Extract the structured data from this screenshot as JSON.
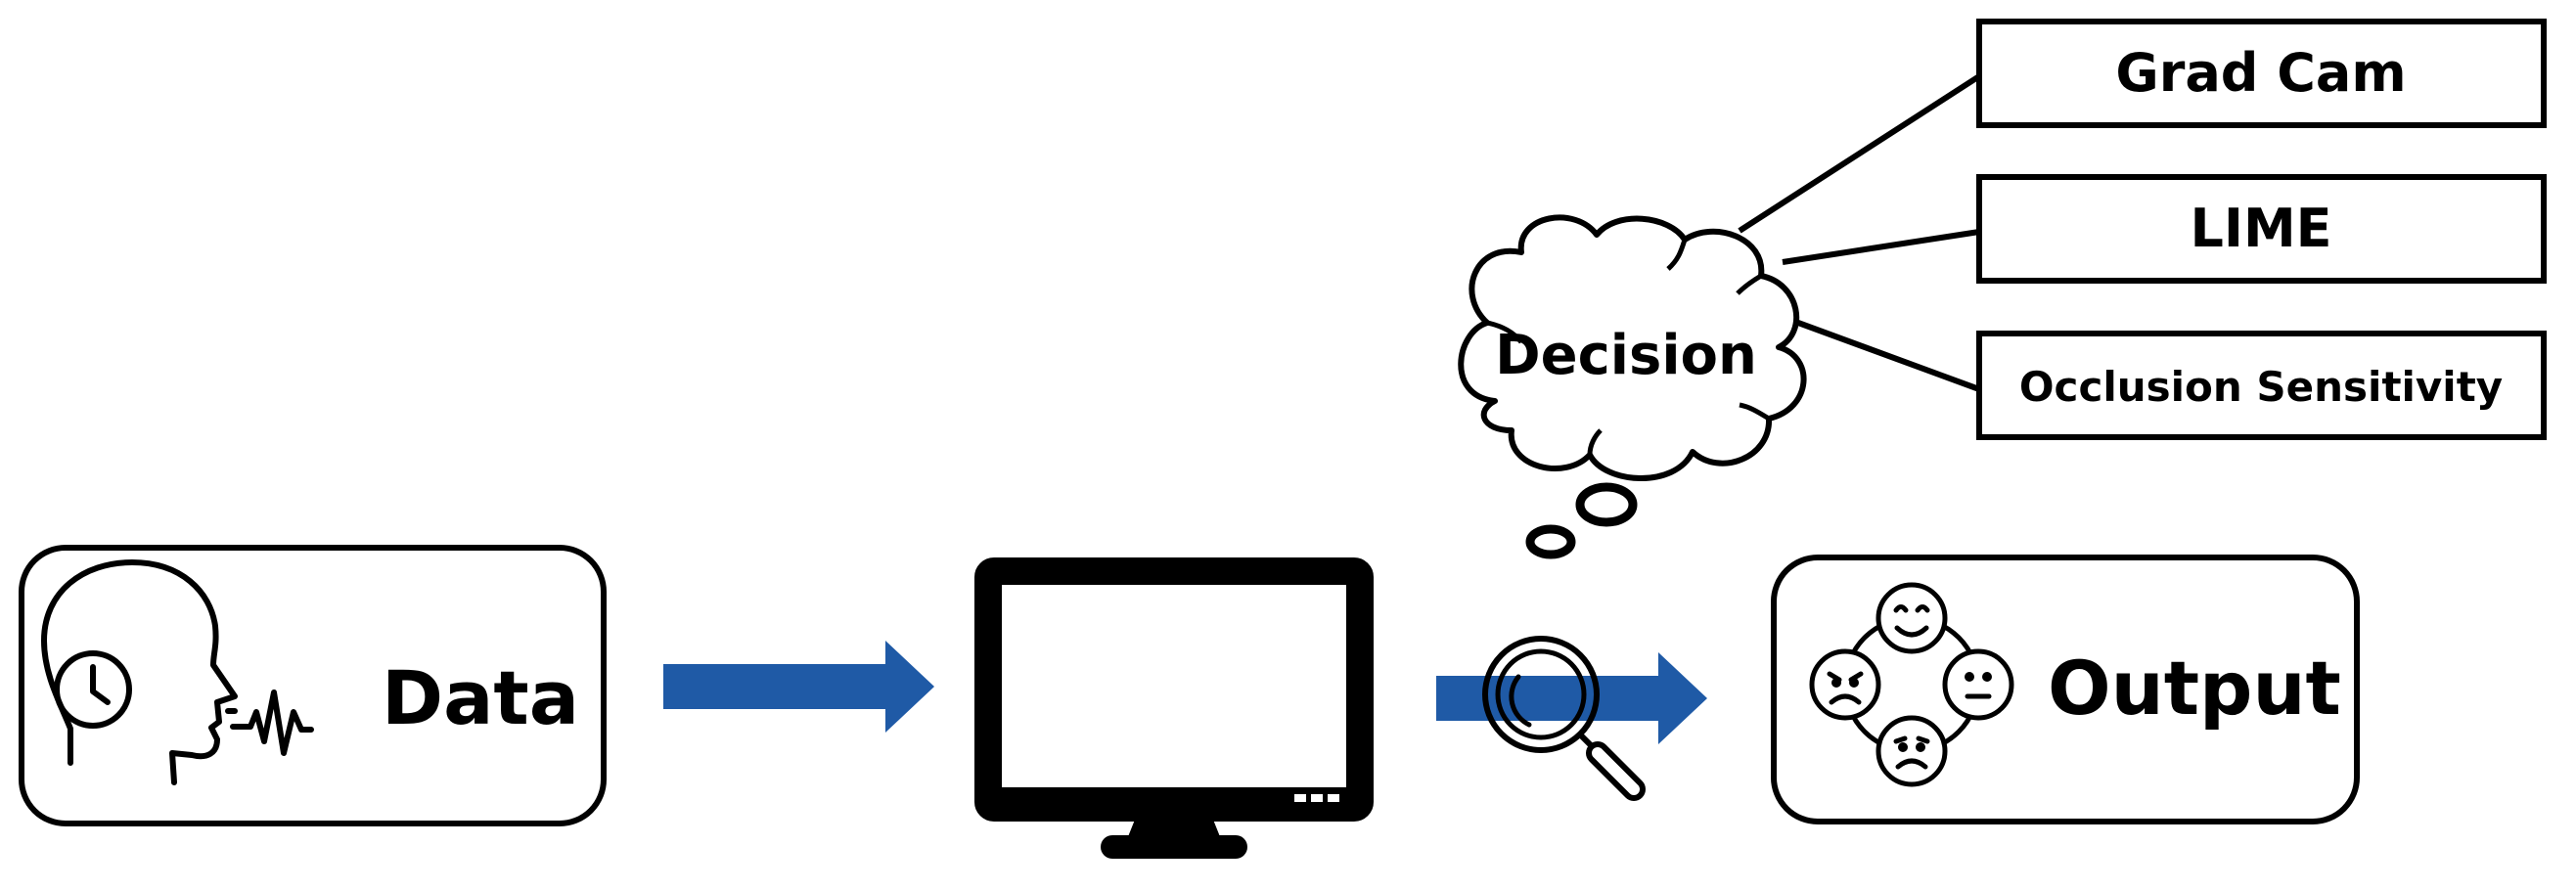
{
  "data_label": "Data",
  "output_label": "Output",
  "decision_label": "Decision",
  "methods": [
    "Grad Cam",
    "LIME",
    "Occlusion Sensitivity"
  ],
  "colors": {
    "arrow": "#1f5aa6",
    "stroke": "#000000",
    "background": "#ffffff"
  },
  "icons": {
    "data": "speaking-head-icon",
    "model": "computer-monitor-icon",
    "inspect": "magnifying-glass-icon",
    "output": "emotion-faces-icon",
    "decision": "thought-cloud-icon"
  }
}
